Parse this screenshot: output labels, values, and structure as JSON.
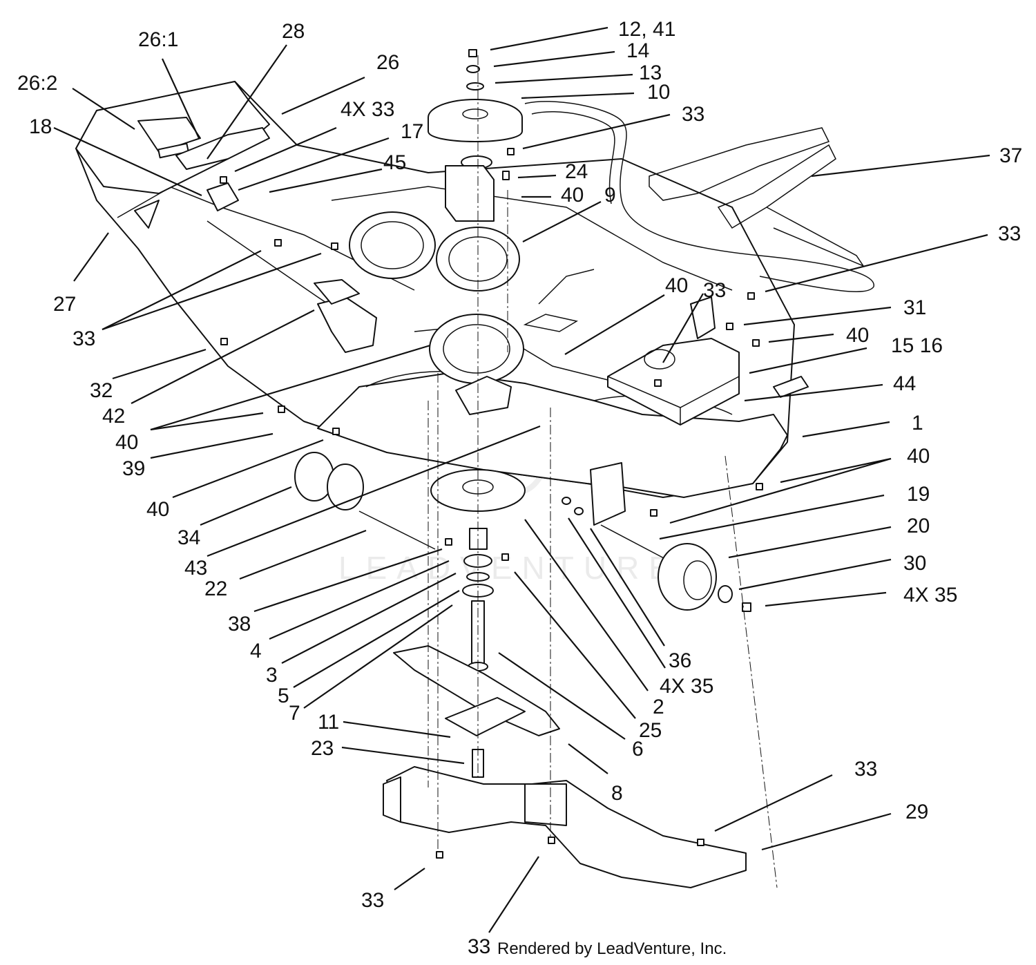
{
  "watermark": "LEADVENTURE",
  "credit": "Rendered by LeadVenture, Inc.",
  "callouts": [
    {
      "id": "c1",
      "text": "26:1"
    },
    {
      "id": "c2",
      "text": "28"
    },
    {
      "id": "c3",
      "text": "26"
    },
    {
      "id": "c4",
      "text": "26:2"
    },
    {
      "id": "c5",
      "text": "18"
    },
    {
      "id": "c6",
      "text": "4X 33"
    },
    {
      "id": "c7",
      "text": "17"
    },
    {
      "id": "c8",
      "text": "45"
    },
    {
      "id": "c9",
      "text": "27"
    },
    {
      "id": "c10",
      "text": "33"
    },
    {
      "id": "c11",
      "text": "32"
    },
    {
      "id": "c12",
      "text": "42"
    },
    {
      "id": "c13",
      "text": "40"
    },
    {
      "id": "c14",
      "text": "39"
    },
    {
      "id": "c15",
      "text": "40"
    },
    {
      "id": "c16",
      "text": "34"
    },
    {
      "id": "c17",
      "text": "43"
    },
    {
      "id": "c18",
      "text": "22"
    },
    {
      "id": "c19",
      "text": "38"
    },
    {
      "id": "c20",
      "text": "4"
    },
    {
      "id": "c21",
      "text": "3"
    },
    {
      "id": "c22",
      "text": "5"
    },
    {
      "id": "c23",
      "text": "7"
    },
    {
      "id": "c24",
      "text": "11"
    },
    {
      "id": "c25",
      "text": "23"
    },
    {
      "id": "c26",
      "text": "33"
    },
    {
      "id": "c27",
      "text": "33"
    },
    {
      "id": "c28",
      "text": "12, 41"
    },
    {
      "id": "c29",
      "text": "14"
    },
    {
      "id": "c30",
      "text": "13"
    },
    {
      "id": "c31",
      "text": "10"
    },
    {
      "id": "c32",
      "text": "33"
    },
    {
      "id": "c33",
      "text": "24"
    },
    {
      "id": "c34",
      "text": "40"
    },
    {
      "id": "c35",
      "text": "9"
    },
    {
      "id": "c36",
      "text": "37"
    },
    {
      "id": "c37",
      "text": "33"
    },
    {
      "id": "c38",
      "text": "40"
    },
    {
      "id": "c39",
      "text": "33"
    },
    {
      "id": "c40",
      "text": "31"
    },
    {
      "id": "c41",
      "text": "40"
    },
    {
      "id": "c42",
      "text": "15 16"
    },
    {
      "id": "c43",
      "text": "44"
    },
    {
      "id": "c44",
      "text": "1"
    },
    {
      "id": "c45",
      "text": "40"
    },
    {
      "id": "c46",
      "text": "19"
    },
    {
      "id": "c47",
      "text": "20"
    },
    {
      "id": "c48",
      "text": "30"
    },
    {
      "id": "c49",
      "text": "4X 35"
    },
    {
      "id": "c50",
      "text": "36"
    },
    {
      "id": "c51",
      "text": "4X 35"
    },
    {
      "id": "c52",
      "text": "2"
    },
    {
      "id": "c53",
      "text": "25"
    },
    {
      "id": "c54",
      "text": "6"
    },
    {
      "id": "c55",
      "text": "8"
    },
    {
      "id": "c56",
      "text": "33"
    },
    {
      "id": "c57",
      "text": "29"
    }
  ]
}
